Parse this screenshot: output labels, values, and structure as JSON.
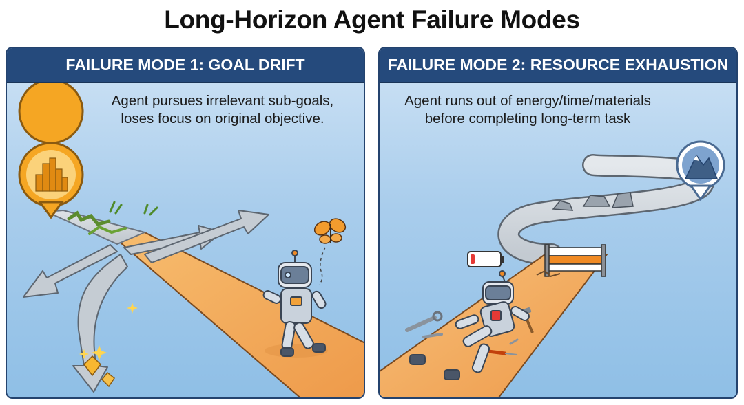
{
  "title": "Long-Horizon Agent Failure Modes",
  "panels": [
    {
      "header": "FAILURE MODE 1: GOAL DRIFT",
      "description": [
        "Agent pursues irrelevant sub-goals,",
        "loses focus on original objective."
      ]
    },
    {
      "header": "FAILURE MODE 2: RESOURCE EXHAUSTION",
      "description": [
        "Agent runs out of energy/time/materials",
        "before completing long-term task"
      ]
    }
  ],
  "colors": {
    "header_bg": "#254a7c",
    "path_orange": "#f0a455",
    "path_gray": "#c9ced4",
    "goal_pin": "#f5a623",
    "battery_low": "#e53935"
  },
  "icons": [
    "city-goal-pin-icon",
    "mountain-goal-pin-icon",
    "butterfly-icon",
    "gem-icon",
    "battery-low-icon",
    "wrench-icon",
    "hammer-icon",
    "screwdriver-icon",
    "roadblock-icon"
  ],
  "battery_level": 0.15
}
